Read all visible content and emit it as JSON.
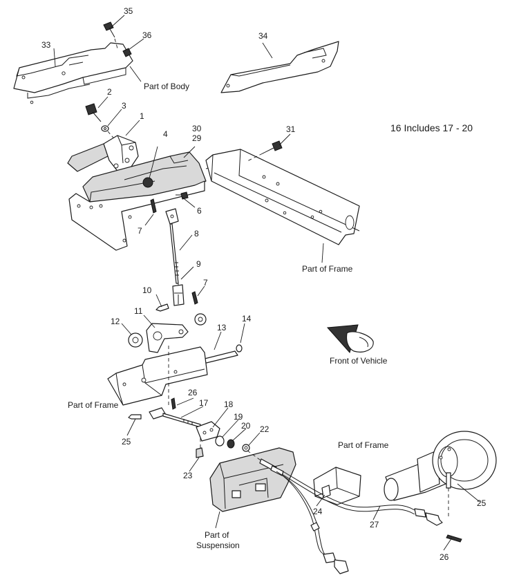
{
  "note": "16 Includes 17 - 20",
  "direction_label": "Front of Vehicle",
  "captions": {
    "body_33": "Part of Body",
    "frame_right": "Part of Frame",
    "frame_left": "Part of Frame",
    "frame_lower": "Part of Frame",
    "suspension_line1": "Part of",
    "suspension_line2": "Suspension"
  },
  "callouts": {
    "c1": "1",
    "c2": "2",
    "c3": "3",
    "c4": "4",
    "c6": "6",
    "c7a": "7",
    "c7b": "7",
    "c8": "8",
    "c9": "9",
    "c10": "10",
    "c11": "11",
    "c12": "12",
    "c13": "13",
    "c14": "14",
    "c17": "17",
    "c18": "18",
    "c19": "19",
    "c20": "20",
    "c22": "22",
    "c23": "23",
    "c24": "24",
    "c25a": "25",
    "c25b": "25",
    "c26a": "26",
    "c26b": "26",
    "c27": "27",
    "c29": "29",
    "c30": "30",
    "c31": "31",
    "c33": "33",
    "c34": "34",
    "c35": "35",
    "c36": "36"
  }
}
